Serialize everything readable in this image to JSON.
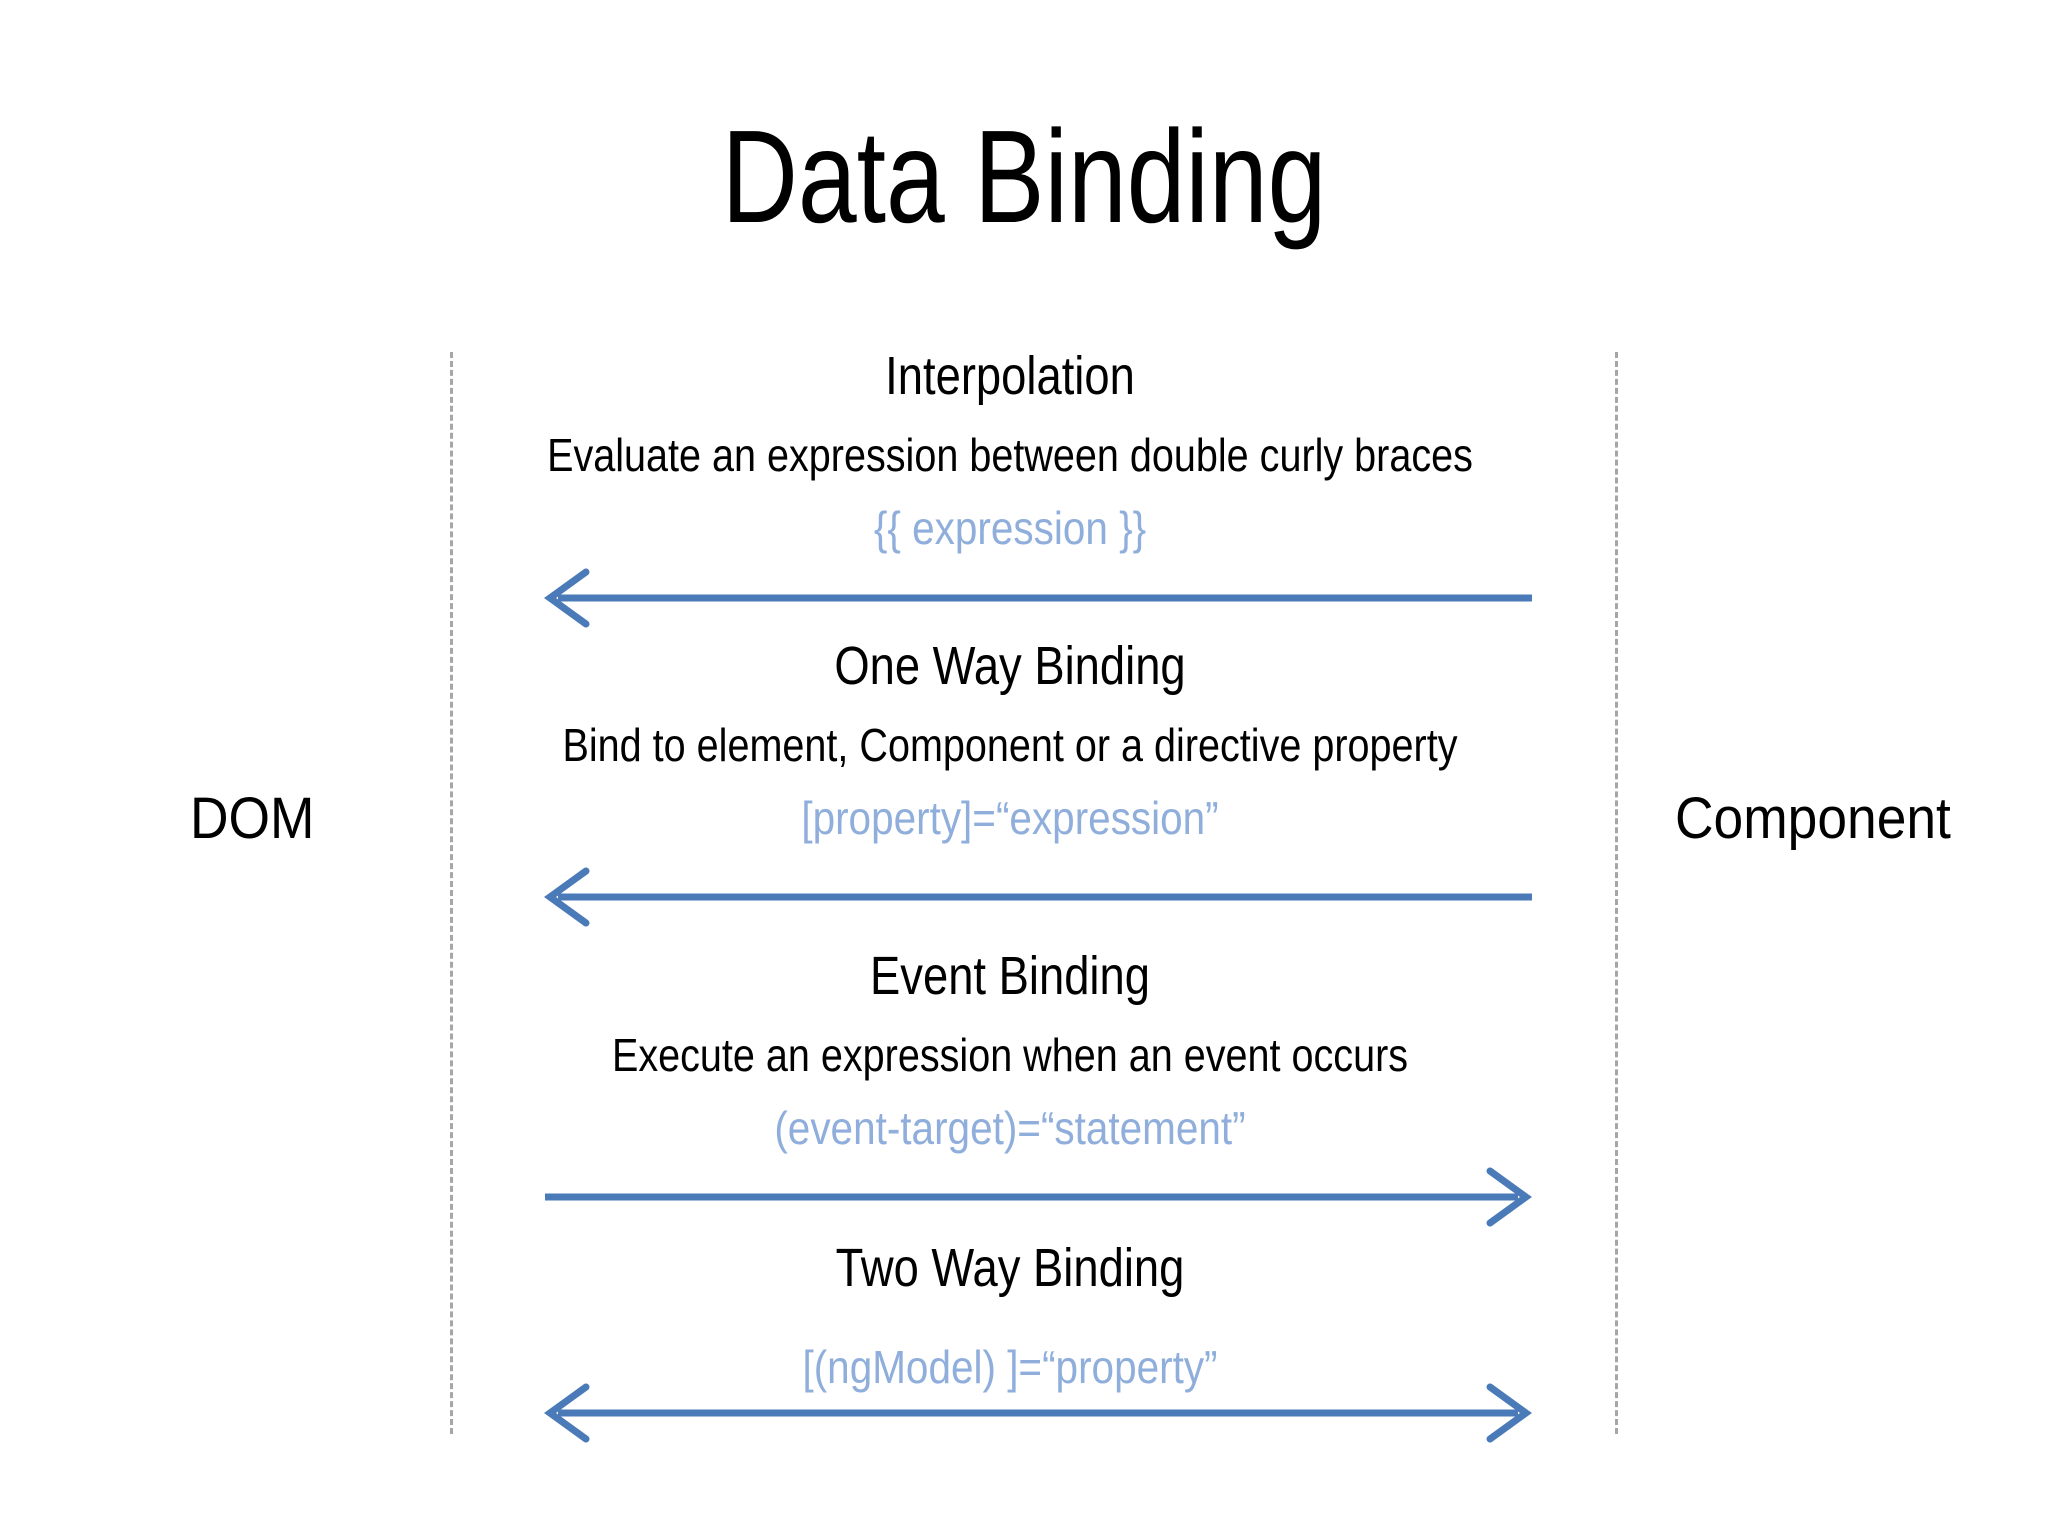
{
  "slide": {
    "title": "Data Binding",
    "background_color": "#ffffff",
    "accent_color": "#4a7ab8",
    "code_color": "#8faedb",
    "lifeline_color": "#a6a6a6"
  },
  "endpoints": {
    "left_label": "DOM",
    "right_label": "Component"
  },
  "bindings": [
    {
      "id": "interpolation",
      "heading": "Interpolation",
      "description": "Evaluate an expression between double curly braces",
      "code": "{{ expression }}",
      "direction": "left",
      "arrow_label": "component-to-dom"
    },
    {
      "id": "one-way-binding",
      "heading": "One Way Binding",
      "description": "Bind to element, Component or a directive property",
      "code": "[property]=“expression”",
      "direction": "left",
      "arrow_label": "component-to-dom"
    },
    {
      "id": "event-binding",
      "heading": "Event Binding",
      "description": "Execute an expression when an event occurs",
      "code": "(event-target)=“statement”",
      "direction": "right",
      "arrow_label": "dom-to-component"
    },
    {
      "id": "two-way-binding",
      "heading": "Two Way Binding",
      "description": "",
      "code": "[(ngModel) ]=“property”",
      "direction": "both",
      "arrow_label": "dom-and-component"
    }
  ]
}
